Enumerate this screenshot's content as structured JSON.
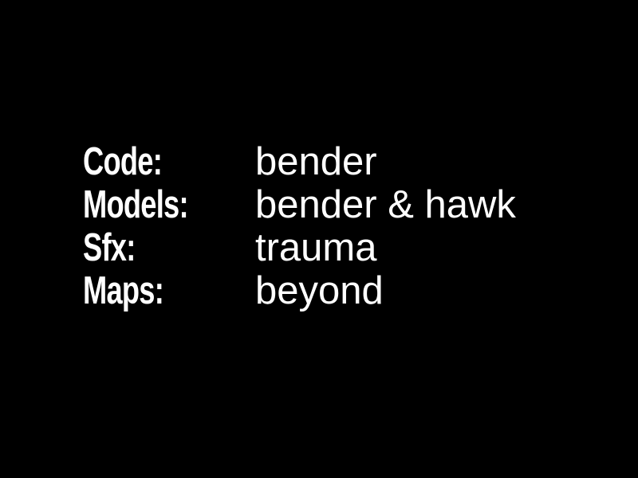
{
  "credits": [
    {
      "role": "Code:",
      "name": "bender"
    },
    {
      "role": "Models:",
      "name": "bender & hawk"
    },
    {
      "role": "Sfx:",
      "name": "trauma"
    },
    {
      "role": "Maps:",
      "name": "beyond"
    }
  ],
  "colors": {
    "background": "#000000",
    "text": "#ffffff"
  }
}
